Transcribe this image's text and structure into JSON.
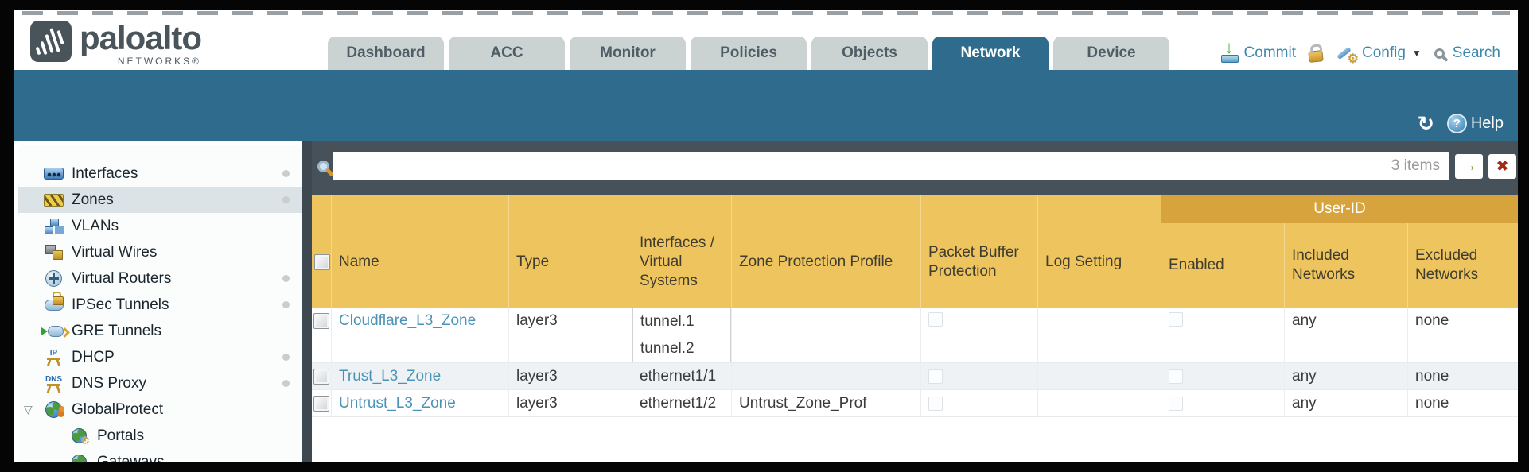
{
  "brand": {
    "logo_text": "paloalto",
    "logo_sub": "NETWORKS®"
  },
  "tabs": [
    {
      "label": "Dashboard"
    },
    {
      "label": "ACC"
    },
    {
      "label": "Monitor"
    },
    {
      "label": "Policies"
    },
    {
      "label": "Objects"
    },
    {
      "label": "Network",
      "active": true
    },
    {
      "label": "Device"
    }
  ],
  "utilities": {
    "commit": "Commit",
    "config": "Config",
    "search": "Search"
  },
  "banner": {
    "help": "Help"
  },
  "sidebar": {
    "items": [
      {
        "label": "Interfaces",
        "icon": "interfaces-icon",
        "dot": true
      },
      {
        "label": "Zones",
        "icon": "zones-icon",
        "dot": true,
        "selected": true
      },
      {
        "label": "VLANs",
        "icon": "vlans-icon"
      },
      {
        "label": "Virtual Wires",
        "icon": "virtual-wires-icon"
      },
      {
        "label": "Virtual Routers",
        "icon": "virtual-routers-icon",
        "dot": true
      },
      {
        "label": "IPSec Tunnels",
        "icon": "ipsec-tunnels-icon",
        "dot": true
      },
      {
        "label": "GRE Tunnels",
        "icon": "gre-tunnels-icon"
      },
      {
        "label": "DHCP",
        "icon": "dhcp-icon",
        "icon_label": "IP",
        "dot": true
      },
      {
        "label": "DNS Proxy",
        "icon": "dns-proxy-icon",
        "icon_label": "DNS",
        "dot": true
      },
      {
        "label": "GlobalProtect",
        "icon": "globalprotect-icon",
        "expanded": true
      },
      {
        "label": "Portals",
        "icon": "portals-icon",
        "indent": true
      },
      {
        "label": "Gateways",
        "icon": "gateways-icon",
        "indent": true
      }
    ]
  },
  "filter": {
    "count": "3 items"
  },
  "table": {
    "group_header": "User-ID",
    "columns": {
      "name": "Name",
      "type": "Type",
      "interfaces": "Interfaces / Virtual Systems",
      "zpp": "Zone Protection Profile",
      "pbp": "Packet Buffer Protection",
      "log": "Log Setting",
      "enabled": "Enabled",
      "included": "Included Networks",
      "excluded": "Excluded Networks"
    },
    "rows": [
      {
        "name": "Cloudflare_L3_Zone",
        "type": "layer3",
        "interfaces": [
          "tunnel.1",
          "tunnel.2"
        ],
        "zpp": "",
        "log": "",
        "included": "any",
        "excluded": "none"
      },
      {
        "name": "Trust_L3_Zone",
        "type": "layer3",
        "interfaces": [
          "ethernet1/1"
        ],
        "zpp": "",
        "log": "",
        "included": "any",
        "excluded": "none"
      },
      {
        "name": "Untrust_L3_Zone",
        "type": "layer3",
        "interfaces": [
          "ethernet1/2"
        ],
        "zpp": "Untrust_Zone_Prof",
        "log": "",
        "included": "any",
        "excluded": "none"
      }
    ]
  },
  "colors": {
    "teal_band": "#2f6b8d",
    "slate_bar": "#47515a",
    "header_amber": "#eec45f",
    "header_amber_dark": "#d7a33c",
    "link_blue": "#4a93b6",
    "inactive_tab": "#cbd3d2"
  }
}
